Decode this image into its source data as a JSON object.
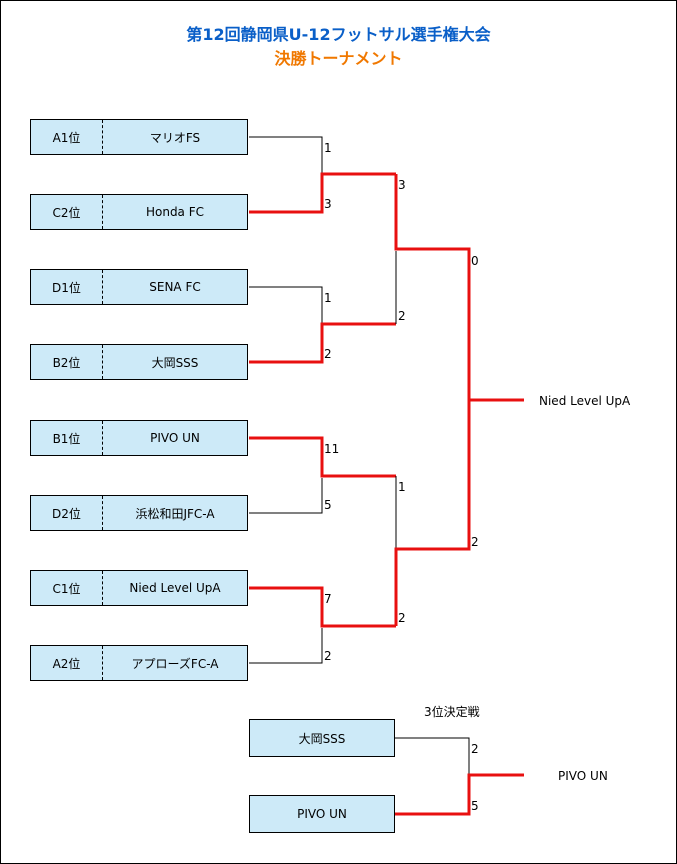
{
  "title": {
    "line1": "第12回静岡県U-12フットサル選手権大会",
    "line2": "決勝トーナメント"
  },
  "teams": [
    {
      "seed": "A1位",
      "name": "マリオFS"
    },
    {
      "seed": "C2位",
      "name": "Honda FC"
    },
    {
      "seed": "D1位",
      "name": "SENA FC"
    },
    {
      "seed": "B2位",
      "name": "大岡SSS"
    },
    {
      "seed": "B1位",
      "name": "PIVO UN"
    },
    {
      "seed": "D2位",
      "name": "浜松和田JFC-A"
    },
    {
      "seed": "C1位",
      "name": "Nied Level UpA"
    },
    {
      "seed": "A2位",
      "name": "アプローズFC-A"
    }
  ],
  "scores": {
    "r1": [
      "1",
      "3",
      "1",
      "2",
      "11",
      "5",
      "7",
      "2"
    ],
    "r2": [
      "3",
      "2",
      "1",
      "2"
    ],
    "final": [
      "0",
      "2"
    ]
  },
  "champion": "Nied Level UpA",
  "third_place": {
    "title": "3位決定戦",
    "teams": [
      "大岡SSS",
      "PIVO UN"
    ],
    "scores": [
      "2",
      "5"
    ],
    "winner": "PIVO UN"
  },
  "colors": {
    "win_line": "#e81010",
    "lose_line": "#000000",
    "box_fill": "#cdeaf8",
    "title1": "#0a5fc8",
    "title2": "#f07800"
  }
}
